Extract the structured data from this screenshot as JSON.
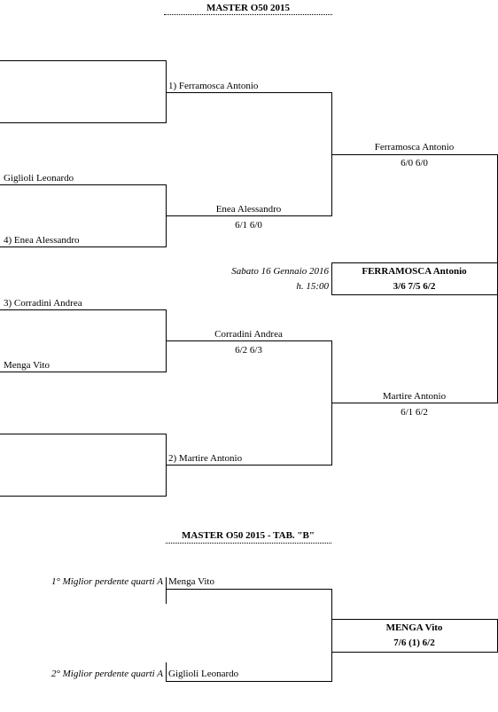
{
  "main_draw": {
    "title": "MASTER  O50  2015",
    "r1": {
      "m1_top": "",
      "m1_bottom": "",
      "m2_top": "Giglioli Leonardo",
      "m2_bottom": "4) Enea Alessandro",
      "m3_top": "3) Corradini Andrea",
      "m3_bottom": "Menga Vito",
      "m4_top": "",
      "m4_bottom": ""
    },
    "qf": {
      "w1": "1) Ferramosca  Antonio",
      "w1_score": "",
      "w2": "Enea Alessandro",
      "w2_score": "6/1  6/0",
      "w3": "Corradini Andrea",
      "w3_score": "6/2  6/3",
      "w4": "2) Martire Antonio",
      "w4_score": ""
    },
    "sf": {
      "w1": "Ferramosca Antonio",
      "w1_score": "6/0  6/0",
      "w2": "Martire Antonio",
      "w2_score": "6/1  6/2"
    },
    "final": {
      "date": "Sabato 16 Gennaio 2016",
      "time": "h. 15:00",
      "winner": "FERRAMOSCA  Antonio",
      "score": "3/6  7/5  6/2"
    }
  },
  "draw_b": {
    "title": "MASTER O50 2015 - TAB. \"B\"",
    "p1_label": "1° Miglior perdente quarti A",
    "p1_name": "Menga Vito",
    "p2_label": "2° Miglior perdente quarti A",
    "p2_name": "Giglioli Leonardo",
    "winner": "MENGA  Vito",
    "score": "7/6 (1)  6/2"
  }
}
